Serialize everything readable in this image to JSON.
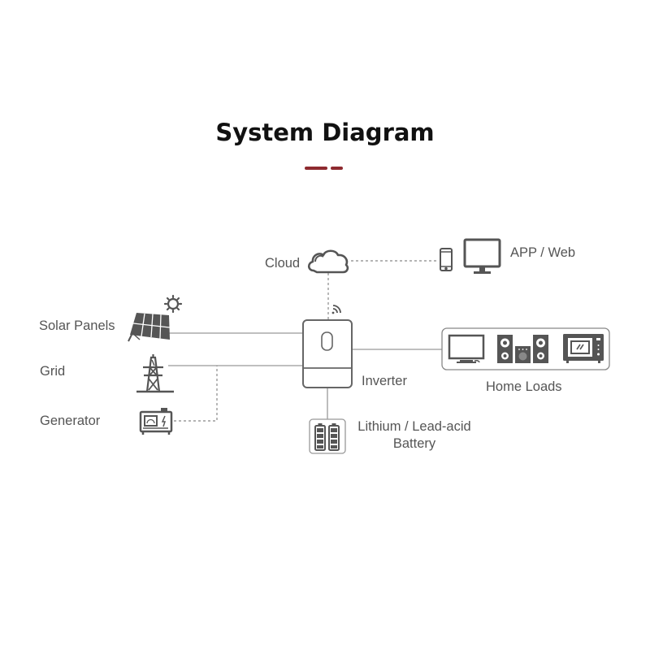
{
  "title": "System Diagram",
  "accent_color": "#8e2a2f",
  "nodes": {
    "cloud": {
      "label": "Cloud",
      "icon": "cloud-icon"
    },
    "app_web": {
      "label": "APP / Web",
      "icons": [
        "smartphone-icon",
        "monitor-icon"
      ]
    },
    "solar": {
      "label": "Solar Panels",
      "icons": [
        "solar-panel-icon",
        "sun-gear-icon"
      ]
    },
    "grid": {
      "label": "Grid",
      "icon": "power-tower-icon"
    },
    "generator": {
      "label": "Generator",
      "icon": "generator-icon"
    },
    "inverter": {
      "label": "Inverter",
      "icons": [
        "inverter-icon",
        "wifi-icon"
      ]
    },
    "home_loads": {
      "label": "Home Loads",
      "icons": [
        "tv-icon",
        "speakers-icon",
        "microwave-icon"
      ]
    },
    "battery": {
      "label_line1": "Lithium / Lead-acid",
      "label_line2": "Battery",
      "icon": "battery-icon"
    }
  },
  "connections": [
    {
      "from": "cloud",
      "to": "app_web",
      "style": "dashed"
    },
    {
      "from": "cloud",
      "to": "inverter",
      "style": "dashed"
    },
    {
      "from": "solar",
      "to": "inverter",
      "style": "solid"
    },
    {
      "from": "grid",
      "to": "inverter",
      "style": "solid"
    },
    {
      "from": "generator",
      "to": "grid",
      "style": "dashed"
    },
    {
      "from": "inverter",
      "to": "home_loads",
      "style": "solid"
    },
    {
      "from": "inverter",
      "to": "battery",
      "style": "solid"
    }
  ]
}
